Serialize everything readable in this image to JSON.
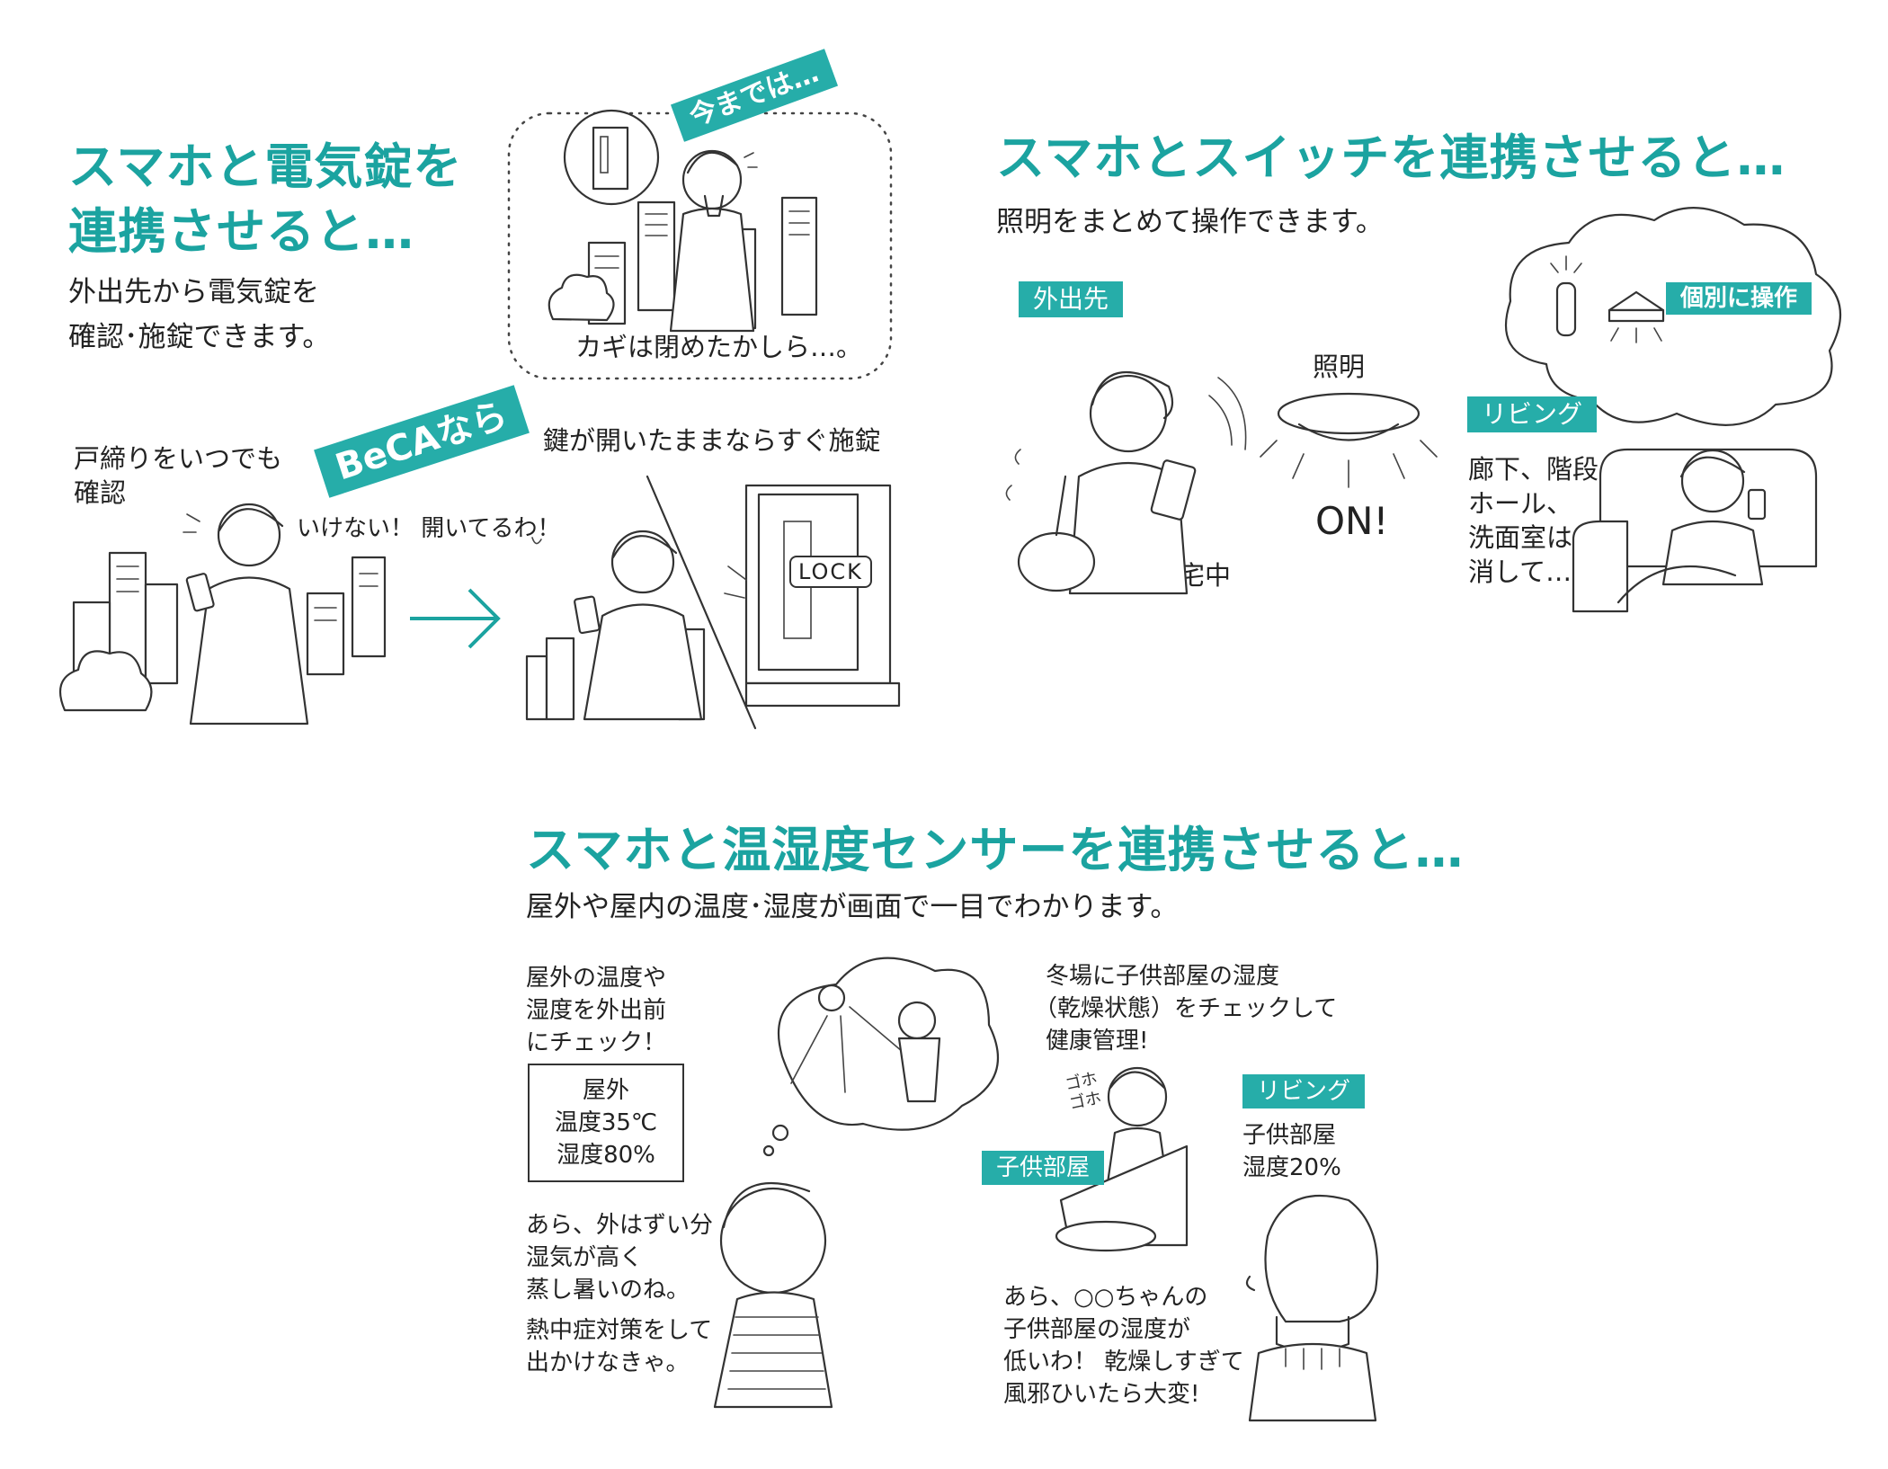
{
  "colors": {
    "accent": "#1ba3a0",
    "tag_bg": "#26ada9",
    "line": "#333333"
  },
  "section1": {
    "title_line1": "スマホと電気錠を",
    "title_line2": "連携させると…",
    "desc_line1": "外出先から電気錠を",
    "desc_line2": "確認･施錠できます。",
    "thought_tag": "今までは…",
    "thought_caption": "カギは閉めたかしら…。",
    "left_caption_line1": "戸締りをいつでも",
    "left_caption_line2": "確認",
    "beca_tag": "BeCAなら",
    "speech": "いけない！ 開いてるわ！",
    "right_caption": "鍵が開いたままならすぐ施錠",
    "lock_label": "LOCK"
  },
  "section2": {
    "title": "スマホとスイッチを連携させると…",
    "desc": "照明をまとめて操作できます。",
    "tag_outside": "外出先",
    "light_label": "照明",
    "on_label": "ON!",
    "going_home": "帰宅中",
    "tag_individual": "個別に操作",
    "tag_living": "リビング",
    "living_text": [
      "廊下、階段、",
      "ホール、",
      "洗面室は",
      "消して…"
    ]
  },
  "section3": {
    "title": "スマホと温湿度センサーを連携させると…",
    "desc": "屋外や屋内の温度･湿度が画面で一目でわかります。",
    "check_text": [
      "屋外の温度や",
      "湿度を外出前",
      "にチェック！"
    ],
    "box_lines": [
      "屋外",
      "温度35℃",
      "湿度80%"
    ],
    "reaction_text": [
      "あら、外はずい分",
      "湿気が高く",
      "蒸し暑いのね。"
    ],
    "advice_text": [
      "熱中症対策をして",
      "出かけなきゃ。"
    ],
    "winter_text": [
      "冬場に子供部屋の湿度",
      "（乾燥状態）をチェックして",
      "健康管理!"
    ],
    "cough_sound": "ゴホゴホ",
    "tag_kids_room": "子供部屋",
    "tag_living": "リビング",
    "kids_reading": [
      "子供部屋",
      "湿度20%"
    ],
    "mother_text": [
      "あら、○○ちゃんの",
      "子供部屋の湿度が",
      "低いわ！ 乾燥しすぎて",
      "風邪ひいたら大変!"
    ]
  }
}
